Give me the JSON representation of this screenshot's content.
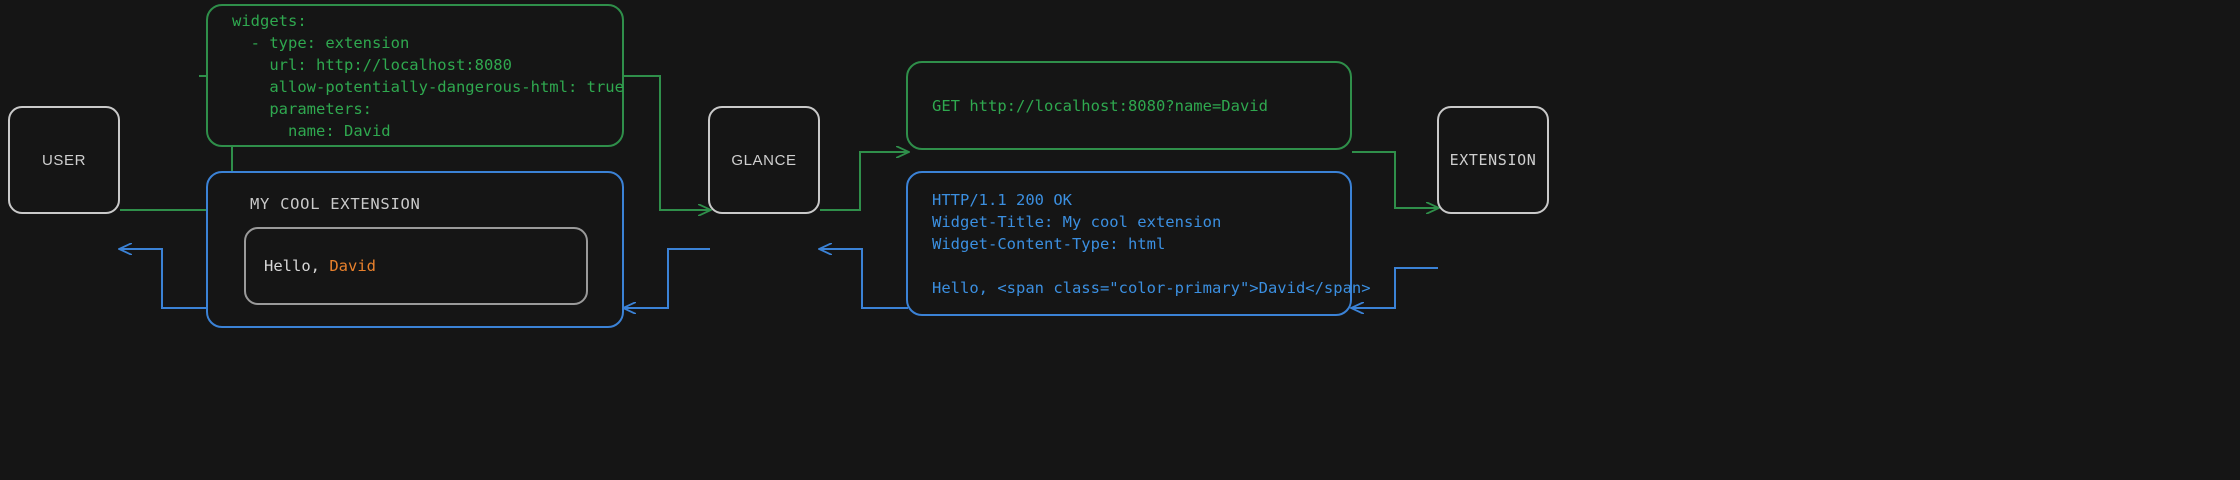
{
  "diagram": {
    "type": "flow-sequence",
    "background_color": "#151515",
    "colors": {
      "request_green": "#2fa84f",
      "response_blue": "#3b8fe0",
      "node_border": "#c9c9c9",
      "accent_orange": "#e8802c",
      "neutral_text": "#cfcfcf"
    }
  },
  "nodes": {
    "user": {
      "label": "USER"
    },
    "glance": {
      "label": "GLANCE"
    },
    "extension": {
      "label": "EXTENSION"
    }
  },
  "messages": {
    "config_yaml": {
      "color": "green",
      "lines": [
        "widgets:",
        "  - type: extension",
        "    url: http://localhost:8080",
        "    allow-potentially-dangerous-html: true",
        "    parameters:",
        "      name: David"
      ],
      "text": "widgets:\n  - type: extension\n    url: http://localhost:8080\n    allow-potentially-dangerous-html: true\n    parameters:\n      name: David"
    },
    "http_request": {
      "color": "green",
      "lines": [
        "GET http://localhost:8080?name=David"
      ],
      "text": "GET http://localhost:8080?name=David"
    },
    "http_response": {
      "color": "blue",
      "lines": [
        "HTTP/1.1 200 OK",
        "Widget-Title: My cool extension",
        "Widget-Content-Type: html",
        "",
        "Hello, <span class=\"color-primary\">David</span>"
      ],
      "text": "HTTP/1.1 200 OK\nWidget-Title: My cool extension\nWidget-Content-Type: html\n\nHello, <span class=\"color-primary\">David</span>"
    },
    "rendered_widget": {
      "color": "blue",
      "title": "MY COOL EXTENSION",
      "greeting_prefix": "Hello, ",
      "greeting_name": "David"
    }
  },
  "edges": [
    {
      "from": "user",
      "to": "config_yaml",
      "color": "green",
      "direction": "right"
    },
    {
      "from": "config_yaml",
      "to": "glance",
      "color": "green",
      "direction": "right"
    },
    {
      "from": "glance",
      "to": "http_request",
      "color": "green",
      "direction": "right"
    },
    {
      "from": "http_request",
      "to": "extension",
      "color": "green",
      "direction": "right"
    },
    {
      "from": "extension",
      "to": "http_response",
      "color": "blue",
      "direction": "left"
    },
    {
      "from": "http_response",
      "to": "glance",
      "color": "blue",
      "direction": "left"
    },
    {
      "from": "glance",
      "to": "rendered_widget",
      "color": "blue",
      "direction": "left"
    },
    {
      "from": "rendered_widget",
      "to": "user",
      "color": "blue",
      "direction": "left"
    }
  ]
}
